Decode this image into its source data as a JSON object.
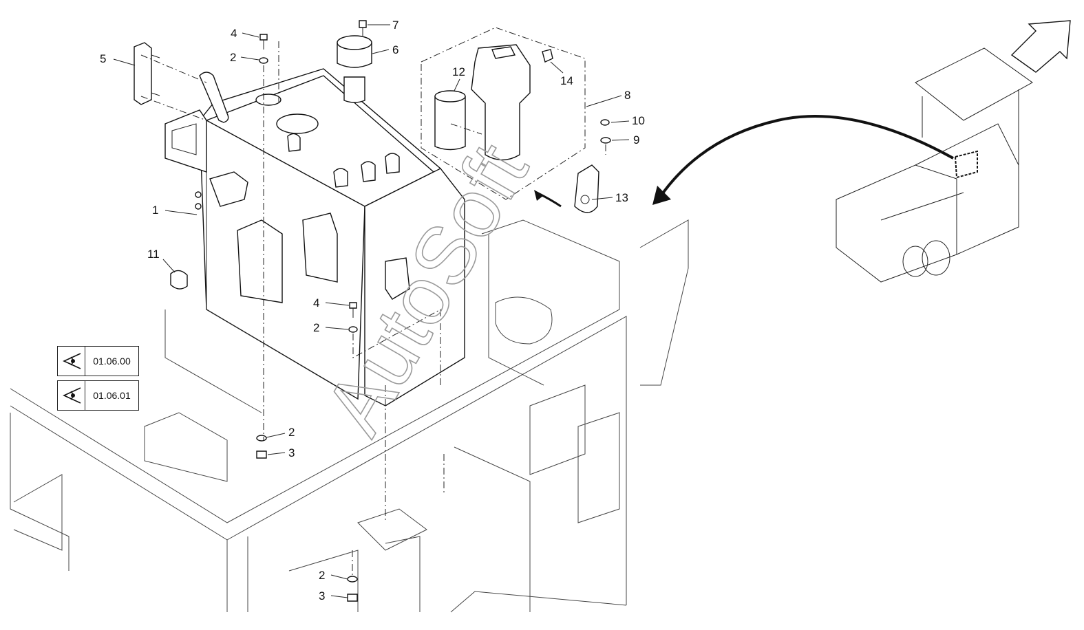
{
  "callouts": [
    {
      "id": "c4a",
      "text": "4"
    },
    {
      "id": "c2a",
      "text": "2"
    },
    {
      "id": "c7",
      "text": "7"
    },
    {
      "id": "c6",
      "text": "6"
    },
    {
      "id": "c5",
      "text": "5"
    },
    {
      "id": "c12",
      "text": "12"
    },
    {
      "id": "c14",
      "text": "14"
    },
    {
      "id": "c8",
      "text": "8"
    },
    {
      "id": "c10",
      "text": "10"
    },
    {
      "id": "c9",
      "text": "9"
    },
    {
      "id": "c13",
      "text": "13"
    },
    {
      "id": "c1",
      "text": "1"
    },
    {
      "id": "c11",
      "text": "11"
    },
    {
      "id": "c4b",
      "text": "4"
    },
    {
      "id": "c2b",
      "text": "2"
    },
    {
      "id": "c2c",
      "text": "2"
    },
    {
      "id": "c3a",
      "text": "3"
    },
    {
      "id": "c2d",
      "text": "2"
    },
    {
      "id": "c3b",
      "text": "3"
    }
  ],
  "references": [
    {
      "label": "01.06.00",
      "icon": "eye-icon"
    },
    {
      "label": "01.06.01",
      "icon": "eye-icon"
    }
  ],
  "watermark": "AutoSoft",
  "colors": {
    "line": "#111111",
    "watermark": "#9a9a9a",
    "background": "#ffffff"
  }
}
